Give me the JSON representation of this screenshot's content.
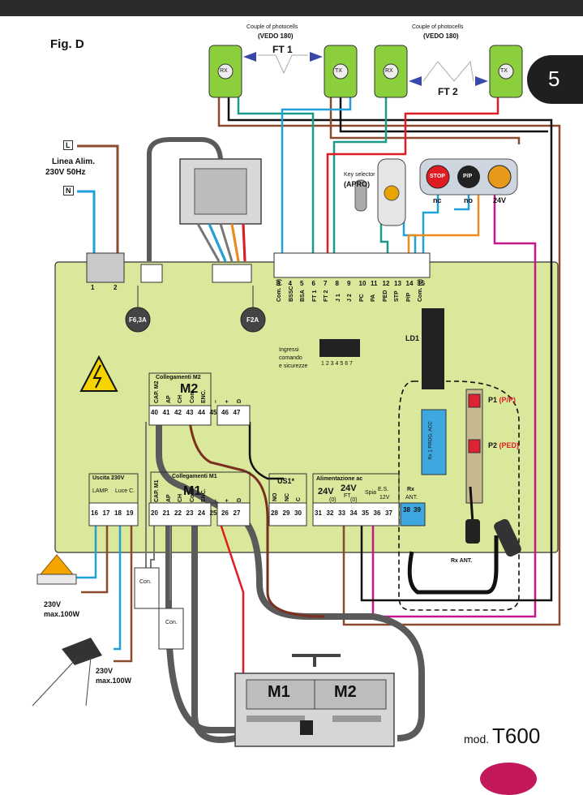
{
  "figure": {
    "title": "Fig. D",
    "page_number": "5",
    "model_prefix": "mod.",
    "model": "T600"
  },
  "photocells": {
    "pair_caption": "Couple of photocells",
    "pair_model": "(VEDO 180)",
    "ft1": "FT 1",
    "ft2": "FT 2",
    "rx": "RX",
    "tx": "TX"
  },
  "power": {
    "phase": "L",
    "neutral": "N",
    "line_title": "Linea Alim.",
    "line_spec": "230V 50Hz"
  },
  "fuses": {
    "f1": "F6,3A",
    "f2": "F2A"
  },
  "key_selector": {
    "caption": "Key selector",
    "name": "(APRO)"
  },
  "buttons": {
    "stop": "STOP",
    "pp": "P/P",
    "nc": "nc",
    "no": "no",
    "v24": "24V"
  },
  "terminal_block_top": {
    "numbers": [
      "3",
      "4",
      "5",
      "6",
      "7",
      "8",
      "9",
      "10",
      "11",
      "12",
      "13",
      "14",
      "15"
    ],
    "labels": [
      "Com. (0)",
      "BSSC",
      "BSA",
      "FT 1",
      "FT 2",
      "J 1",
      "J 2",
      "PC",
      "PA",
      "PED",
      "STP",
      "P/P",
      "Com. (0)"
    ]
  },
  "dip": {
    "label1": "Ingressi",
    "label2": "comando",
    "label3": "e sicurezze",
    "numbers": "1 2 3 4 5 6 7",
    "ld1": "LD1"
  },
  "m2_block": {
    "title": "Collegamenti M2",
    "motor": "M2",
    "labels": [
      "CAP. M2",
      "AP",
      "CH",
      "Com.",
      "ENC.",
      "–",
      "+",
      "D"
    ],
    "numbers": [
      "40",
      "41",
      "42",
      "43",
      "44",
      "45",
      "46",
      "47"
    ]
  },
  "m1_block": {
    "title": "Collegamenti M1",
    "motor": "M1",
    "labels": [
      "CAP. M1",
      "AP",
      "CH",
      "Com.",
      "ENC.",
      "–",
      "+",
      "D"
    ],
    "numbers": [
      "20",
      "21",
      "22",
      "23",
      "24",
      "25",
      "26",
      "27"
    ]
  },
  "out230": {
    "title": "Uscita 230V",
    "lamp": "LAMP.",
    "courtesy": "Luce C.",
    "numbers": [
      "16",
      "17",
      "18",
      "19"
    ]
  },
  "us1": {
    "title": "US1*",
    "labels": [
      "NO",
      "NC",
      "C"
    ],
    "numbers": [
      "28",
      "29",
      "30"
    ]
  },
  "supply": {
    "title": "Alimentazione ac",
    "v24a": "24V",
    "v24b": "24V",
    "ft": "FT",
    "zero1": "(0)",
    "zero2": "(0)",
    "spia": "Spia",
    "es": "E.S.",
    "es_v": "12V",
    "numbers": [
      "31",
      "32",
      "33",
      "34",
      "35",
      "36",
      "37"
    ]
  },
  "rx_ant": {
    "title": "Rx",
    "sub": "ANT.",
    "numbers": [
      "38",
      "39"
    ],
    "cable": "Rx ANT."
  },
  "rx_board": {
    "p1": "P1",
    "p1_fn": "(P/P)",
    "p2": "P2",
    "p2_fn": "(PED)",
    "board_text": "Rx 1 PROG. ACC"
  },
  "capacitor": {
    "label": "Con."
  },
  "lamp": {
    "spec1": "230V",
    "spec2": "max.100W"
  },
  "courtesy_light": {
    "spec1": "230V",
    "spec2": "max.100W"
  },
  "motors": {
    "m1": "M1",
    "m2": "M2"
  },
  "colors": {
    "board": "#d9e89a",
    "brown": "#8b4a2b",
    "blue": "#1fa0d8",
    "red": "#e11b22",
    "magenta": "#c2188b",
    "orange": "#f08a1c",
    "teal": "#1b9a8a",
    "gray": "#777777",
    "black": "#111111"
  }
}
